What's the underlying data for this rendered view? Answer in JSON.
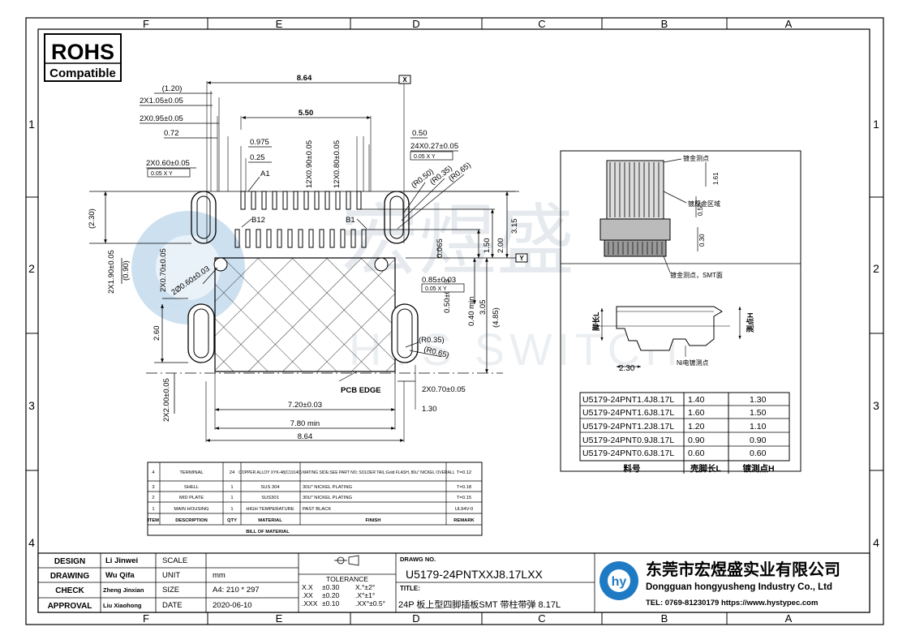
{
  "frame": {
    "cols_top": [
      "F",
      "E",
      "D",
      "C",
      "B",
      "A"
    ],
    "rows_left": [
      "1",
      "2",
      "3",
      "4"
    ]
  },
  "rohs": {
    "line1": "ROHS",
    "line2": "Compatible"
  },
  "watermark": {
    "cn": "宏煜盛",
    "en": "HYS SWITCH"
  },
  "dims": {
    "d_120": "(1.20)",
    "d_8_64_top": "8.64",
    "d_2x1_05": "2X1.05±0.05",
    "d_2x0_95": "2X0.95±0.05",
    "d_5_50": "5.50",
    "d_0_72": "0.72",
    "d_0_975": "0.975",
    "d_0_25": "0.25",
    "d_12x0_90": "12X0.90±0.05",
    "d_12x0_80": "12X0.80±0.05",
    "d_0_50": "0.50",
    "d_24x0_27": "24X0.27±0.05",
    "d_2x0_60": "2X0.60±0.05",
    "fcf_1": "0.05 X Y",
    "fcf_2": "0.05 X Y",
    "label_a1": "A1",
    "label_b12": "B12",
    "label_b1": "B1",
    "d_r050": "(R0.50)",
    "d_r035_top": "(R0.35)",
    "d_r065_top": "(R0.65)",
    "d_230": "(2.30)",
    "d_2x1_90": "2X1.90±0.05",
    "d_090": "(0.90)",
    "d_2x0_70_v": "2X0.70±0.05",
    "d_phi060": "2Ø0.60±0.03",
    "d_0_065": "0.065",
    "d_1_50": "1.50",
    "d_2_00": "2.00",
    "d_3_15": "3.15",
    "d_0_85": "0.85±0.03",
    "fcf_3": "0.05 X Y",
    "d_0_50v": "0.50±0.03",
    "d_0_40min": "0.40 min",
    "d_3_05": "3.05",
    "d_485": "(4.85)",
    "d_2_60": "2.60",
    "d_r035_bot": "(R0.35)",
    "d_r065_bot": "(R0.65)",
    "pcb_edge": "PCB EDGE",
    "d_2x0_70_h": "2X0.70±0.05",
    "d_2x2_00": "2X2.00±0.05",
    "d_7_20": "7.20±0.03",
    "d_1_30": "1.30",
    "d_7_80": "7.80 min",
    "d_8_64_bot": "8.64",
    "datum_x": "X",
    "datum_y": "Y"
  },
  "side": {
    "callout_1": "镀金测点",
    "d_1_61": "1.61",
    "callout_2": "镀厚金区域",
    "d_0_50": "0.50",
    "d_0_30": "0.30",
    "callout_3": "镀金测点，SMT面",
    "label_l": "脚长L",
    "label_h": "测点H",
    "d_2_30": "2.30",
    "ni_point": "Ni电镀测点"
  },
  "part_table": {
    "rows": [
      [
        "U5179-24PNT1.4J8.17L",
        "1.40",
        "1.30"
      ],
      [
        "U5179-24PNT1.6J8.17L",
        "1.60",
        "1.50"
      ],
      [
        "U5179-24PNT1.2J8.17L",
        "1.20",
        "1.10"
      ],
      [
        "U5179-24PNT0.9J8.17L",
        "0.90",
        "0.90"
      ],
      [
        "U5179-24PNT0.6J8.17L",
        "0.60",
        "0.60"
      ]
    ],
    "footer": [
      "料号",
      "壳脚长L",
      "镀测点H"
    ]
  },
  "bom": {
    "rows": [
      [
        "4",
        "TERMINAL",
        "24",
        "COPPER ALLOY XYK-48(C19140)",
        "MATING SIDE:SEE PART NO; SOLDER TAIL:Gold FLASH, 80u\" NICKEL OVERALL",
        "T=0.12"
      ],
      [
        "3",
        "SHELL",
        "1",
        "SUS 304",
        "30U\" NICKEL PLATING",
        "T=0.18"
      ],
      [
        "2",
        "MID PLATE",
        "1",
        "SUS301",
        "30U\" NICKEL PLATING",
        "T=0.15"
      ],
      [
        "1",
        "MAIN HOUSING",
        "1",
        "HIGH TEMPERATURE",
        "PAST BLACK",
        "UL94V-0"
      ]
    ],
    "header": [
      "ITEM",
      "DESCRIPTION",
      "QTY",
      "MATERIAL",
      "FINISH",
      "REMARK"
    ],
    "caption": "BILL OF MATERIAL"
  },
  "title_block": {
    "labels": [
      "DESIGN",
      "DRAWING",
      "CHECK",
      "APPROVAL"
    ],
    "names": [
      "Li Jinwei",
      "Wu Qifa",
      "Zheng Jinxian",
      "Liu Xiaohong"
    ],
    "scale_label": "SCALE",
    "unit_label": "UNIT",
    "size_label": "SIZE",
    "date_label": "DATE",
    "unit_value": "mm",
    "size_value": "A4: 210 * 297",
    "date_value": "2020-06-10",
    "tol_title": "TOLERANCE",
    "tol": [
      [
        "X.X",
        "±0.30",
        "X.°±2°"
      ],
      [
        ".XX",
        "±0.20",
        ".X°±1°"
      ],
      [
        ".XXX",
        "±0.10",
        ".XX°±0.5°"
      ]
    ],
    "drawing_no_label": "DRAWG NO.",
    "drawing_no": "U5179-24PNTXXJ8.17LXX",
    "title_label": "TITLE:",
    "title_value": "24P 板上型四脚插板SMT 带柱带弹 8.17L",
    "company_cn": "东莞市宏煜盛实业有限公司",
    "company_en": "Dongguan hongyusheng Industry Co., Ltd",
    "company_contact": "TEL: 0769-81230179  https://www.hystypec.com"
  }
}
